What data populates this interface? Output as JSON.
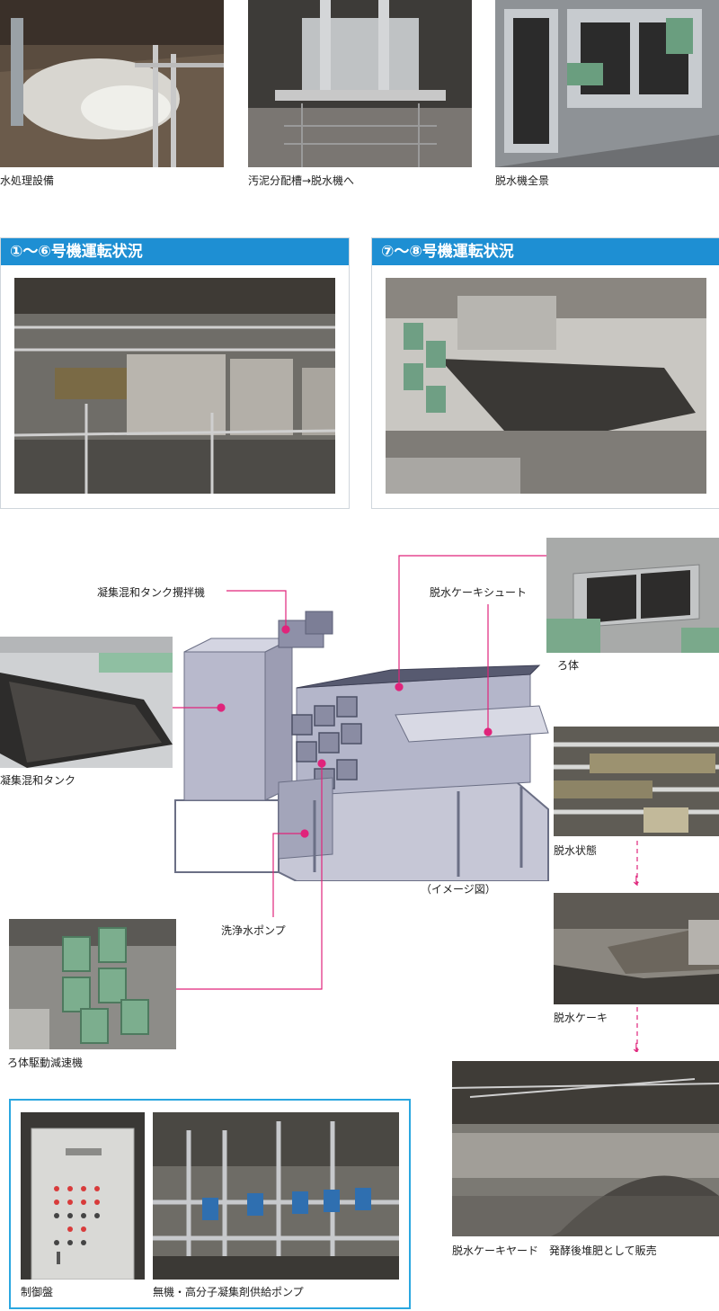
{
  "top_photos": [
    {
      "caption": "水処理設備"
    },
    {
      "caption": "汚泥分配槽→脱水機へ"
    },
    {
      "caption": "脱水機全景"
    }
  ],
  "panels": [
    {
      "title": "①〜⑥号機運転状況"
    },
    {
      "title": "⑦〜⑧号機運転状況"
    }
  ],
  "diagram": {
    "labels": {
      "mixer": "凝集混和タンク攪拌機",
      "chute": "脱水ケーキシュート",
      "tank": "凝集混和タンク",
      "pump": "洗浄水ポンプ",
      "reducer": "ろ体駆動減速機",
      "image_note": "（イメージ図）"
    },
    "right_photos": [
      {
        "caption": "ろ体"
      },
      {
        "caption": "脱水状態"
      },
      {
        "caption": "脱水ケーキ"
      },
      {
        "caption": "脱水ケーキヤード　発酵後堆肥として販売"
      }
    ],
    "arrow_glyph": "↓"
  },
  "control": {
    "captions": [
      "制御盤",
      "無機・高分子凝集剤供給ポンプ"
    ]
  },
  "colors": {
    "accent": "#1e8fd3",
    "leader": "#e0247b",
    "frame": "#2aa7e0"
  }
}
